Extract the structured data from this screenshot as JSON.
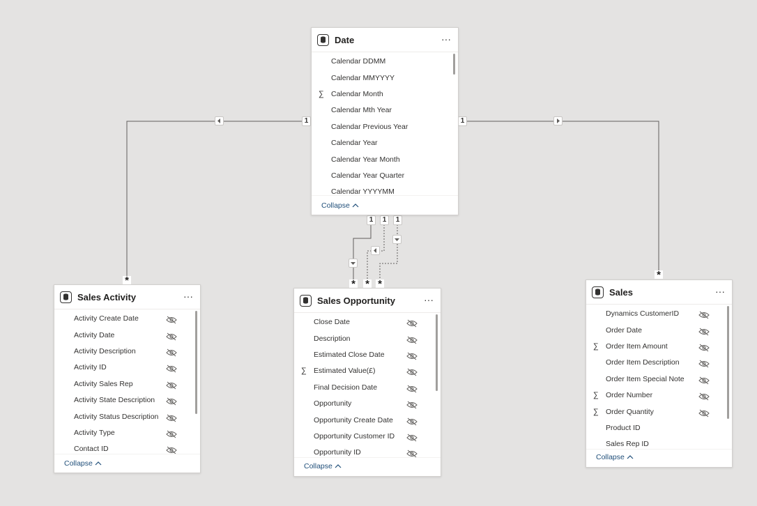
{
  "colors": {
    "canvas": "#e4e3e2",
    "card": "#ffffff",
    "line": "#605e5c",
    "link": "#1f4e79"
  },
  "icons": {
    "table": "table-icon",
    "more": "more-options-icon",
    "hidden": "eye-hidden-icon",
    "sum": "sigma-icon",
    "collapse": "chevron-up-icon"
  },
  "tables": {
    "date": {
      "title": "Date",
      "more": "···",
      "collapse": "Collapse",
      "fields": [
        {
          "name": "Calendar DDMM",
          "sum": ""
        },
        {
          "name": "Calendar MMYYYY",
          "sum": ""
        },
        {
          "name": "Calendar Month",
          "sum": "∑"
        },
        {
          "name": "Calendar Mth Year",
          "sum": ""
        },
        {
          "name": "Calendar Previous Year",
          "sum": ""
        },
        {
          "name": "Calendar Year",
          "sum": ""
        },
        {
          "name": "Calendar Year Month",
          "sum": ""
        },
        {
          "name": "Calendar Year Quarter",
          "sum": ""
        },
        {
          "name": "Calendar YYYYMM",
          "sum": ""
        }
      ]
    },
    "activity": {
      "title": "Sales Activity",
      "more": "···",
      "collapse": "Collapse",
      "fields": [
        {
          "name": "Activity Create Date",
          "sum": ""
        },
        {
          "name": "Activity Date",
          "sum": ""
        },
        {
          "name": "Activity Description",
          "sum": ""
        },
        {
          "name": "Activity ID",
          "sum": ""
        },
        {
          "name": "Activity Sales Rep",
          "sum": ""
        },
        {
          "name": "Activity State Description",
          "sum": ""
        },
        {
          "name": "Activity Status Description",
          "sum": ""
        },
        {
          "name": "Activity Type",
          "sum": ""
        },
        {
          "name": "Contact ID",
          "sum": ""
        }
      ]
    },
    "opportunity": {
      "title": "Sales Opportunity",
      "more": "···",
      "collapse": "Collapse",
      "fields": [
        {
          "name": "Close Date",
          "sum": ""
        },
        {
          "name": "Description",
          "sum": ""
        },
        {
          "name": "Estimated Close Date",
          "sum": ""
        },
        {
          "name": "Estimated Value(£)",
          "sum": "∑"
        },
        {
          "name": "Final Decision Date",
          "sum": ""
        },
        {
          "name": "Opportunity",
          "sum": ""
        },
        {
          "name": "Opportunity Create Date",
          "sum": ""
        },
        {
          "name": "Opportunity Customer ID",
          "sum": ""
        },
        {
          "name": "Opportunity ID",
          "sum": ""
        }
      ]
    },
    "sales": {
      "title": "Sales",
      "more": "···",
      "collapse": "Collapse",
      "fields": [
        {
          "name": "Dynamics CustomerID",
          "sum": ""
        },
        {
          "name": "Order Date",
          "sum": ""
        },
        {
          "name": "Order Item Amount",
          "sum": "∑"
        },
        {
          "name": "Order Item Description",
          "sum": ""
        },
        {
          "name": "Order Item Special Note",
          "sum": ""
        },
        {
          "name": "Order Number",
          "sum": "∑"
        },
        {
          "name": "Order Quantity",
          "sum": "∑"
        },
        {
          "name": "Product ID",
          "sum": ""
        },
        {
          "name": "Sales Rep ID",
          "sum": ""
        }
      ]
    }
  },
  "relationships": {
    "one_label": "1",
    "many_label": "*"
  }
}
